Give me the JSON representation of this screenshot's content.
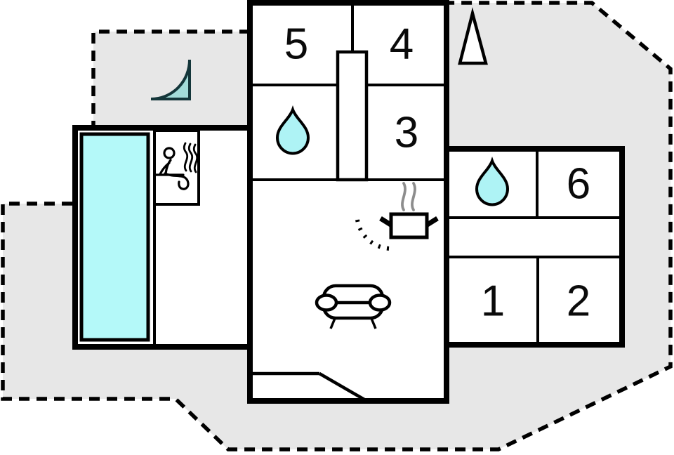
{
  "plan": {
    "type": "holiday-home-floor-plan",
    "rooms": [
      {
        "label": "5"
      },
      {
        "label": "4"
      },
      {
        "label": "3"
      },
      {
        "label": "6"
      },
      {
        "label": "1"
      },
      {
        "label": "2"
      }
    ],
    "icons": {
      "water_drop": "water-drop-icon (bathroom)",
      "sauna": "sauna-person-icon",
      "pot": "stove-pot-steam-icon (kitchen)",
      "sofa": "sofa-icon (living room)",
      "pool": "swimming-pool",
      "north_arrow": "north-arrow-icon",
      "quarter_circle": "quarter-circle-terrace-icon"
    }
  },
  "colors": {
    "pool": "#b4f9f9",
    "water_drop": "#aef3f5",
    "quarter_circle": "#a3dcd9",
    "terrace": "#e7e7e7",
    "wall": "#000000",
    "steam": "#8d8d8d"
  }
}
